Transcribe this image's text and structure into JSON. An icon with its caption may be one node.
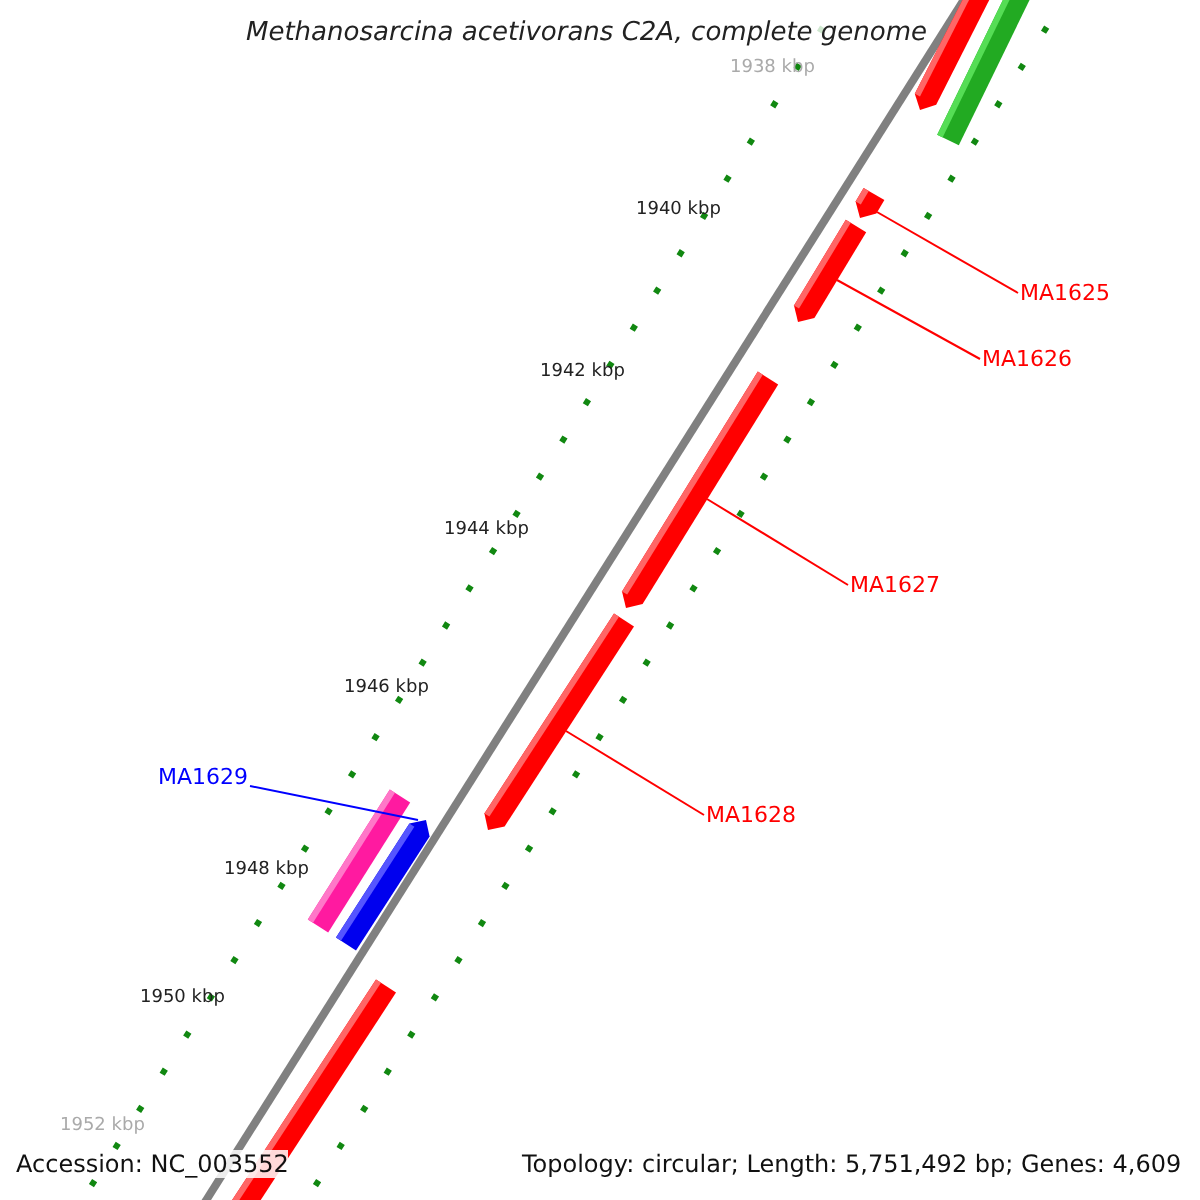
{
  "diagram": {
    "title": "Methanosarcina acetivorans C2A, complete genome",
    "nodes": [
      {
        "text": [],
        "shape": "arrow"
      },
      {
        "text": [],
        "shape": "bar"
      },
      {
        "text": [
          "MA1625"
        ]
      },
      {
        "text": [],
        "shape": "arrow"
      },
      {
        "text": [
          "MA1626"
        ]
      },
      {
        "text": [],
        "shape": "arrow"
      },
      {
        "text": [
          "MA1627"
        ]
      },
      {
        "text": [],
        "shape": "arrow"
      },
      {
        "text": [
          "MA1628"
        ]
      },
      {
        "text": [],
        "shape": "arrow"
      },
      {
        "text": [
          "MA1629"
        ]
      },
      {
        "text": [],
        "shape": "bar"
      },
      {
        "text": [],
        "shape": "arrow"
      },
      {
        "text": [],
        "shape": "bar"
      }
    ],
    "edges": [
      {
        "from": 2,
        "to": 3,
        "arrow": "none"
      },
      {
        "from": 4,
        "to": 5,
        "arrow": "none"
      },
      {
        "from": 6,
        "to": 7,
        "arrow": "none"
      },
      {
        "from": 8,
        "to": 9,
        "arrow": "none"
      },
      {
        "from": 10,
        "to": 12,
        "arrow": "none",
        "color": "#0000ff"
      }
    ],
    "labels": [
      "1938 kbp",
      "1940 kbp",
      "1942 kbp",
      "1944 kbp",
      "1946 kbp",
      "1948 kbp",
      "1950 kbp",
      "1952 kbp",
      "Accession: NC_003552",
      "Topology: circular; Length: 5,751,492 bp; Genes: 4,609"
    ]
  }
}
